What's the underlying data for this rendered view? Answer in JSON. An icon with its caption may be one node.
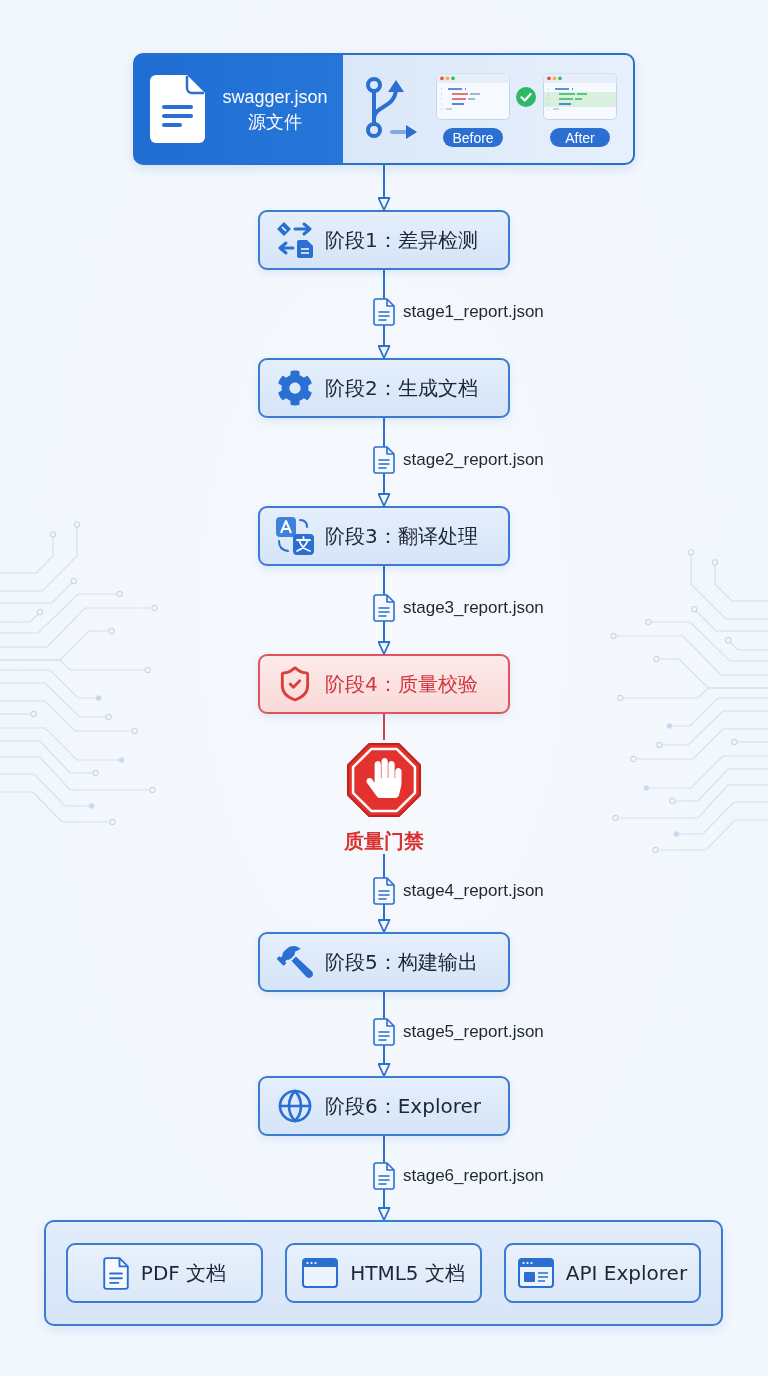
{
  "diagram": {
    "nodes": [
      {
        "text": [
          "swagger.json",
          "源文件"
        ]
      },
      {
        "text": [
          "Before"
        ],
        "in": 0
      },
      {
        "text": [
          "After"
        ],
        "in": 0
      },
      {
        "text": [
          "阶段1：差异检测"
        ]
      },
      {
        "text": [
          "阶段2：生成文档"
        ]
      },
      {
        "text": [
          "阶段3：翻译处理"
        ]
      },
      {
        "text": [
          "阶段4：质量校验"
        ]
      },
      {
        "text": [
          "质量门禁"
        ]
      },
      {
        "text": [
          "阶段5：构建输出"
        ]
      },
      {
        "text": [
          "阶段6：Explorer"
        ]
      },
      {
        "text": [],
        "shape": "box"
      },
      {
        "text": [
          "PDF 文档"
        ],
        "in": 10
      },
      {
        "text": [
          "HTML5 文档"
        ],
        "in": 10
      },
      {
        "text": [
          "API Explorer"
        ],
        "in": 10
      }
    ],
    "edges": [
      {
        "from": 0,
        "to": 3,
        "arrow": "to"
      },
      {
        "from": 3,
        "to": 4,
        "arrow": "to",
        "label": "stage1_report.json"
      },
      {
        "from": 4,
        "to": 5,
        "arrow": "to",
        "label": "stage2_report.json"
      },
      {
        "from": 5,
        "to": 6,
        "arrow": "to",
        "label": "stage3_report.json"
      },
      {
        "from": 6,
        "to": 7,
        "arrow": "none",
        "color": "#d9403a"
      },
      {
        "from": 7,
        "to": 8,
        "arrow": "to",
        "label": "stage4_report.json"
      },
      {
        "from": 8,
        "to": 9,
        "arrow": "to",
        "label": "stage5_report.json"
      },
      {
        "from": 9,
        "to": 10,
        "arrow": "to",
        "label": "stage6_report.json"
      }
    ]
  }
}
